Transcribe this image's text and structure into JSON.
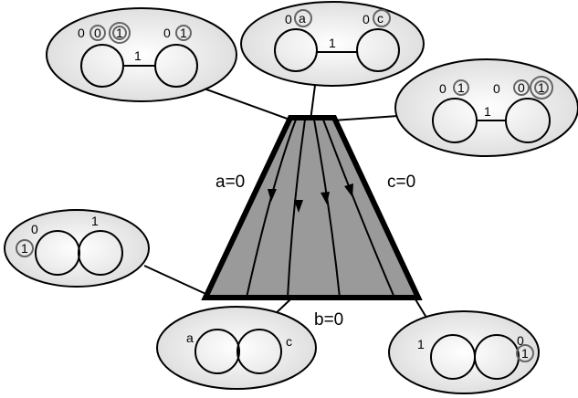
{
  "triangle": {
    "label_left": "a=0",
    "label_right": "c=0",
    "label_bottom": "b=0"
  },
  "top_left": {
    "left_mark": "0",
    "mid_mark_a": "0",
    "mid_mark_b": "1",
    "right_mark": "0",
    "right_ring": "1",
    "edge_label": "1"
  },
  "top_center": {
    "left_mark": "0",
    "left_ring": "a",
    "right_mark": "0",
    "right_ring": "c",
    "edge_label": "1"
  },
  "top_right": {
    "left_mark": "0",
    "left_ring": "1",
    "right_mark": "0",
    "right_ring_a": "0",
    "right_ring_b": "1",
    "edge_label": "1"
  },
  "mid_left": {
    "left_ring": "1",
    "top_a": "0",
    "top_b": "1"
  },
  "bottom_center": {
    "left_label": "a",
    "right_label": "c"
  },
  "bottom_right": {
    "left_label": "1",
    "right_mark": "0",
    "right_ring": "1"
  }
}
